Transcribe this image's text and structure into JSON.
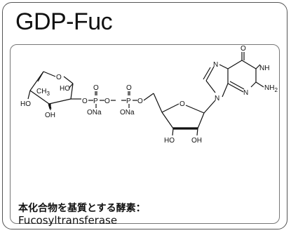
{
  "card": {
    "title": "GDP-Fuc",
    "enzyme_heading": "本化合物を基質とする酵素：",
    "enzyme_name": "Fucosyltransferase"
  },
  "structure": {
    "labels": {
      "o_ring": "O",
      "ho_top": "HO",
      "ch3": "CH",
      "ch3_sub": "3",
      "ho_left": "HO",
      "oh_bottom": "OH",
      "o_link1": "O",
      "p1": "P",
      "o_p1_top": "O",
      "ona1": "ONa",
      "o_link2": "O",
      "p2": "P",
      "o_p2_top": "O",
      "ona2": "ONa",
      "o_link3": "O",
      "o_ribose": "O",
      "ho_ribose": "HO",
      "oh_ribose": "OH",
      "n_top": "N",
      "n9": "N",
      "o_carbonyl": "O",
      "nh": "NH",
      "n3": "N",
      "nh2": "NH",
      "nh2_sub": "2"
    }
  }
}
